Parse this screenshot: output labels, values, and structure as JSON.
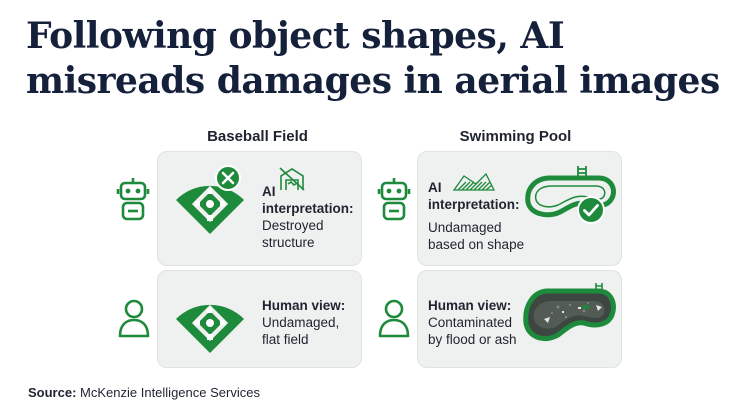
{
  "title": "Following object shapes, AI misreads damages in aerial images",
  "columns": [
    {
      "heading": "Baseball Field",
      "ai": {
        "label": "AI interpretation:",
        "value": "Destroyed structure",
        "status_icon": "x-circle-icon"
      },
      "human": {
        "label": "Human view:",
        "value": "Undamaged, flat field"
      }
    },
    {
      "heading": "Swimming Pool",
      "ai": {
        "label": "AI interpretation:",
        "value": "Undamaged based on shape",
        "status_icon": "check-circle-icon"
      },
      "human": {
        "label": "Human view:",
        "value": "Contaminated by flood or ash"
      }
    }
  ],
  "source": {
    "label": "Source:",
    "value": "McKenzie Intelligence Services"
  },
  "colors": {
    "brand_green": "#1e8a3c",
    "card_bg": "#eef1ef",
    "title": "#15203b"
  }
}
